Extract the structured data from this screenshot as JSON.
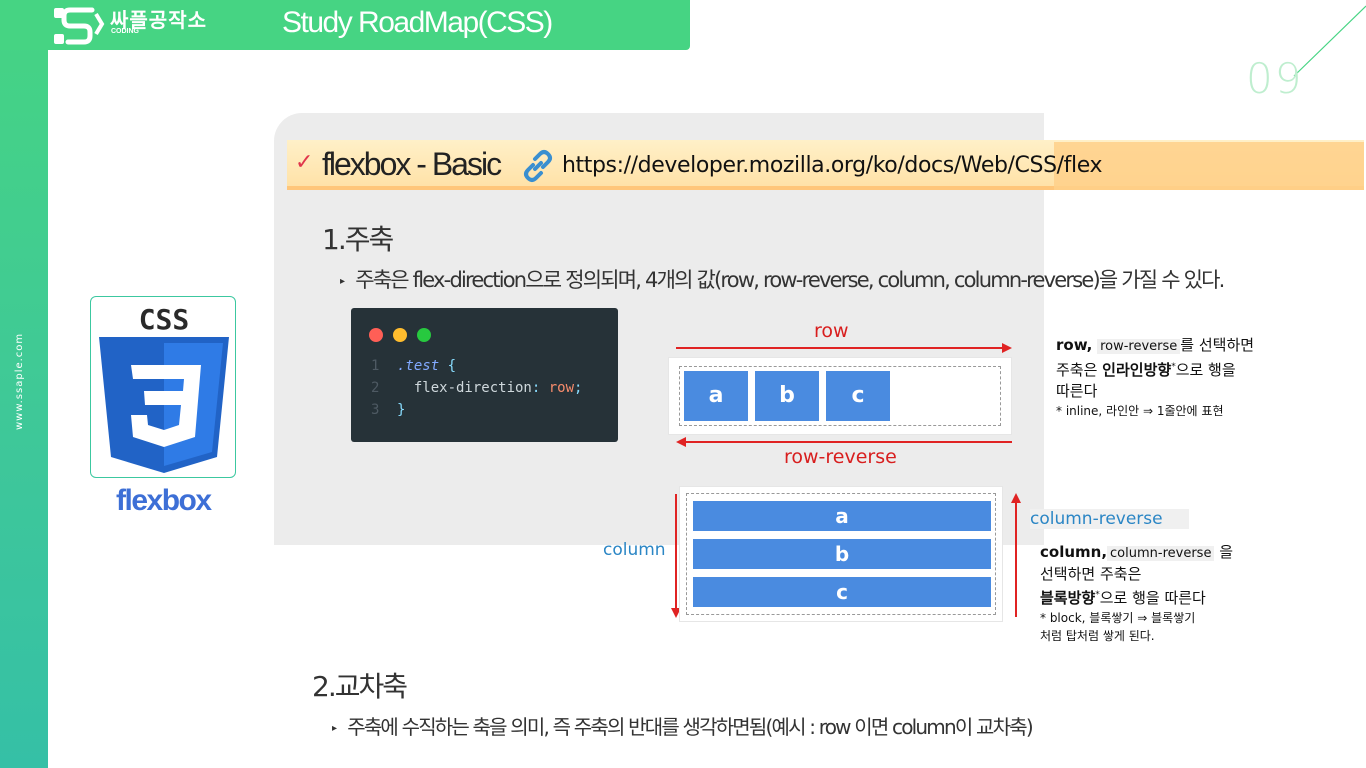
{
  "header": {
    "brand_name": "싸플공작소",
    "brand_sub": "CODING",
    "title": "Study RoadMap(CSS)"
  },
  "side_url": "www.ssaple.com",
  "page_number": "09",
  "section": {
    "check": "✓",
    "title": "flexbox - Basic",
    "link_url": "https://developer.mozilla.org/ko/docs/Web/CSS/flex"
  },
  "badge": {
    "logo_text": "CSS",
    "caption": "flexbox"
  },
  "main_axis": {
    "heading": "1.주축",
    "bullet": "주축은 flex-direction으로 정의되며, 4개의 값(row, row-reverse, column, column-reverse)을 가질 수 있다."
  },
  "code": {
    "line_numbers": [
      "1",
      "2",
      "3"
    ],
    "selector": ".test",
    "open_brace": "{",
    "property": "flex-direction",
    "colon": ":",
    "value": "row",
    "semicolon": ";",
    "close_brace": "}"
  },
  "row_diagram": {
    "label_top": "row",
    "label_bottom": "row-reverse",
    "boxes": [
      "a",
      "b",
      "c"
    ]
  },
  "column_diagram": {
    "label_left": "column",
    "label_right": "column-reverse",
    "boxes": [
      "a",
      "b",
      "c"
    ]
  },
  "row_note": {
    "lead": "row,",
    "chip": "row-reverse",
    "text1": "를 선택하면",
    "text2_pre": "주축은 ",
    "text2_bold": "인라인방향",
    "text2_star": "*",
    "text2_post": "으로 행을",
    "text3": "따른다",
    "footnote": "* inline, 라인안 ⇒ 1줄안에 표현"
  },
  "col_note": {
    "lead": "column,",
    "chip": "column-reverse",
    "text1": "을",
    "text2": "선택하면 주축은",
    "text3_bold": "블록방향",
    "text3_star": "*",
    "text3_post": "으로 행을 따른다",
    "footnote1": "* block, 블록쌓기 ⇒ 블록쌓기",
    "footnote2": "처럼 탑처럼 쌓게 된다."
  },
  "cross_axis": {
    "heading": "2.교차축",
    "bullet": "주축에 수직하는 축을 의미, 즉 주축의 반대를 생각하면됨(예시 : row 이면 column이 교차축)"
  },
  "colors": {
    "brand_green": "#46d483",
    "highlight": "#ffe2a8",
    "accent_red": "#e02323",
    "box_blue": "#4a8be0",
    "label_blue": "#2b86c5"
  }
}
